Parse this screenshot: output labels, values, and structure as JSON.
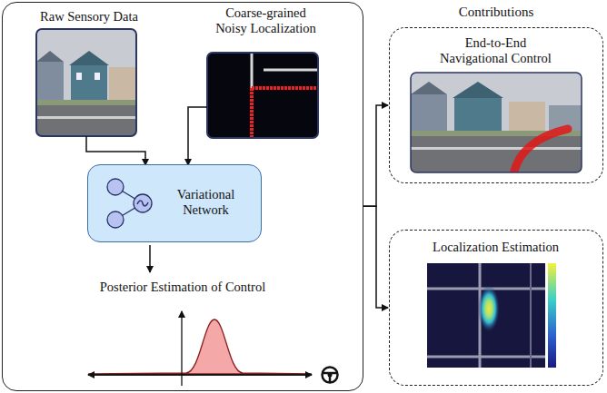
{
  "diagram": {
    "nodes": [
      {
        "text": [
          "Raw Sensory Data",
          "Coarse-grained Noisy Localization",
          "Posterior Estimation of Control"
        ]
      },
      {
        "text": [
          "Variational Network"
        ],
        "in": 0
      },
      {
        "text": [
          "End-to-End Navigational Control"
        ]
      },
      {
        "text": [
          "Localization Estimation"
        ]
      }
    ],
    "edges": [
      {
        "from": 0,
        "to": 2,
        "arrow": "to"
      },
      {
        "from": 0,
        "to": 3,
        "arrow": "to"
      }
    ],
    "labels": [
      "Contributions"
    ]
  }
}
